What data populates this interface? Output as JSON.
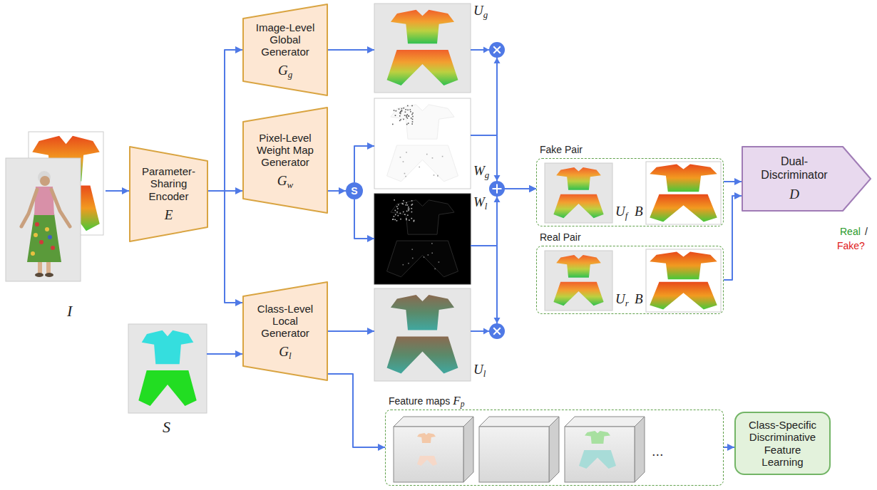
{
  "diagram": {
    "nodes": [
      {
        "text": [
          "I"
        ]
      },
      {
        "text": [
          "Parameter- Sharing Encoder",
          "E"
        ]
      },
      {
        "text": [
          "Image-Level Global Generator",
          "Gg"
        ]
      },
      {
        "text": [
          "Pixel-Level Weight Map Generator",
          "Gw"
        ]
      },
      {
        "text": [
          "S"
        ]
      },
      {
        "text": [
          "Class-Level Local Generator",
          "Gl"
        ]
      },
      {
        "text": [
          "Ug"
        ]
      },
      {
        "text": [
          "S"
        ]
      },
      {
        "text": [
          "Wg"
        ]
      },
      {
        "text": [
          "Wl"
        ]
      },
      {
        "text": [
          "Ul"
        ]
      },
      {
        "text": [
          "Fake Pair"
        ]
      },
      {
        "text": [
          "Uf"
        ],
        "in": 11
      },
      {
        "text": [
          "B"
        ],
        "in": 11
      },
      {
        "text": [
          "Real Pair"
        ]
      },
      {
        "text": [
          "Ur"
        ],
        "in": 14
      },
      {
        "text": [
          "B"
        ],
        "in": 14
      },
      {
        "text": [
          "Dual- Discriminator",
          "D"
        ]
      },
      {
        "text": [
          "Feature maps Fp"
        ]
      },
      {
        "text": [
          "Class-Specific Discriminative Feature Learning"
        ]
      }
    ],
    "edges": [
      {
        "from": 0,
        "to": 1,
        "arrow": "to"
      },
      {
        "from": 1,
        "to": 2,
        "arrow": "to"
      },
      {
        "from": 1,
        "to": 3,
        "arrow": "to"
      },
      {
        "from": 1,
        "to": 5,
        "arrow": "to"
      },
      {
        "from": 4,
        "to": 5,
        "arrow": "to"
      },
      {
        "from": 2,
        "to": 6,
        "arrow": "to"
      },
      {
        "from": 3,
        "to": 7,
        "arrow": "to"
      },
      {
        "from": 7,
        "to": 8,
        "arrow": "to"
      },
      {
        "from": 7,
        "to": 9,
        "arrow": "to"
      },
      {
        "from": 5,
        "to": 10,
        "arrow": "to"
      },
      {
        "from": 5,
        "to": 18,
        "arrow": "to"
      },
      {
        "from": 6,
        "to": 11,
        "arrow": "to"
      },
      {
        "from": 8,
        "to": 11,
        "arrow": "to"
      },
      {
        "from": 9,
        "to": 11,
        "arrow": "to"
      },
      {
        "from": 10,
        "to": 11,
        "arrow": "to"
      },
      {
        "from": 11,
        "to": 17,
        "arrow": "to"
      },
      {
        "from": 14,
        "to": 17,
        "arrow": "to"
      },
      {
        "from": 18,
        "to": 19,
        "arrow": "to"
      }
    ],
    "labels": [
      "Real",
      "/",
      "Fake?",
      "..."
    ]
  }
}
